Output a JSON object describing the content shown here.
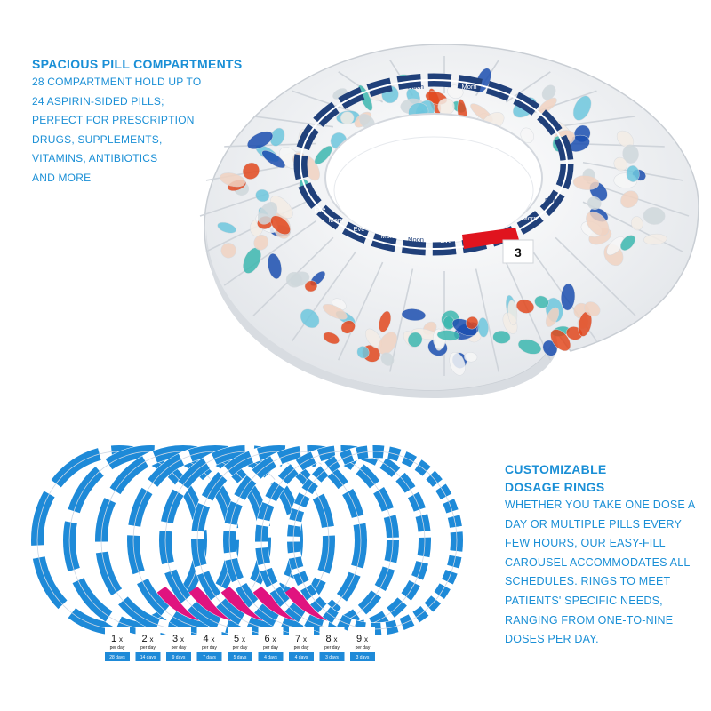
{
  "feature_top": {
    "title": "SPACIOUS PILL COMPARTMENTS",
    "lines": [
      "28 COMPARTMENT HOLD UP TO",
      "24 ASPIRIN-SIDED PILLS;",
      "PERFECT FOR PRESCRIPTION",
      "DRUGS, SUPPLEMENTS,",
      "VITAMINS, ANTIBIOTICS",
      "AND MORE"
    ]
  },
  "feature_bottom": {
    "title_lines": [
      "CUSTOMIZABLE",
      "DOSAGE RINGS"
    ],
    "lines": [
      "WHETHER YOU TAKE ONE DOSE A",
      "DAY OR MULTIPLE PILLS EVERY",
      "FEW HOURS, OUR EASY-FILL",
      "CAROUSEL ACCOMMODATES ALL",
      "SCHEDULES. RINGS TO MEET",
      "PATIENTS' SPECIFIC NEEDS,",
      "RANGING FROM ONE-TO-NINE",
      "DOSES PER DAY."
    ]
  },
  "carousel": {
    "dose_labels": [
      "Eve",
      "Morn",
      "Noon",
      "Eve",
      "Morn",
      "Noon",
      "Eve",
      "Morn",
      "Noon",
      "Eve",
      "Morn",
      "Noon"
    ],
    "current_day": "3"
  },
  "dosage_rings": [
    {
      "count": "1",
      "unit": "x",
      "per_day": "per day",
      "days": "28 days"
    },
    {
      "count": "2",
      "unit": "x",
      "per_day": "per day",
      "days": "14 days"
    },
    {
      "count": "3",
      "unit": "x",
      "per_day": "per day",
      "days": "9 days"
    },
    {
      "count": "4",
      "unit": "x",
      "per_day": "per day",
      "days": "7 days"
    },
    {
      "count": "5",
      "unit": "x",
      "per_day": "per day",
      "days": "5 days"
    },
    {
      "count": "6",
      "unit": "x",
      "per_day": "per day",
      "days": "4 days"
    },
    {
      "count": "7",
      "unit": "x",
      "per_day": "per day",
      "days": "4 days"
    },
    {
      "count": "8",
      "unit": "x",
      "per_day": "per day",
      "days": "3 days"
    },
    {
      "count": "9",
      "unit": "x",
      "per_day": "per day",
      "days": "3 days"
    }
  ],
  "colors": {
    "accent_blue": "#1a8fd6",
    "ring_blue": "#1e8ad8",
    "ring_magenta": "#e0137f",
    "label_navy": "#20407a",
    "marker_red": "#e0141e"
  }
}
